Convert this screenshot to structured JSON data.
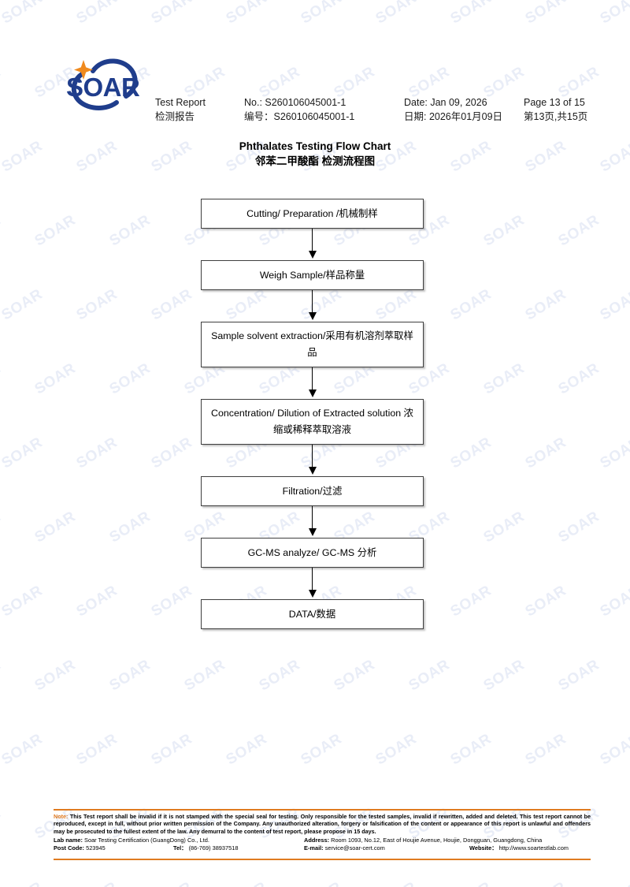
{
  "header": {
    "logo_text": "SOAR",
    "report_label_en": "Test Report",
    "report_label_zh": "检测报告",
    "no_label_en": "No.: S260106045001-1",
    "no_label_zh": "编号：S260106045001-1",
    "date_en": "Date: Jan 09, 2026",
    "date_zh": "日期: 2026年01月09日",
    "page_en": "Page 13 of 15",
    "page_zh": "第13页,共15页"
  },
  "title": {
    "en": "Phthalates Testing Flow Chart",
    "zh": "邻苯二甲酸酯 检测流程图"
  },
  "flow": {
    "steps": [
      {
        "text": "Cutting/ Preparation /机械制样",
        "lines": 1
      },
      {
        "text": "Weigh Sample/样品称量",
        "lines": 1
      },
      {
        "text": "Sample solvent extraction/采用有机溶剂萃取样品",
        "lines": 2
      },
      {
        "text": "Concentration/ Dilution of Extracted solution 浓缩或稀释萃取溶液",
        "lines": 2
      },
      {
        "text": "Filtration/过滤",
        "lines": 1
      },
      {
        "text": "GC-MS analyze/ GC-MS 分析",
        "lines": 1
      },
      {
        "text": "DATA/数据",
        "lines": 1
      }
    ]
  },
  "footer": {
    "note_label": "Note:",
    "note_text": "This Test report shall be invalid if it is not stamped with the special seal for testing. Only responsible for the tested samples, invalid if rewritten, added and deleted. This test report cannot be reproduced, except in full, without prior written permission of the Company.   Any unauthorized alteration, forgery or falsification of the content or appearance of this report is unlawful and offenders may be prosecuted to the fullest extent of the law. Any demurral to the content of test report, please propose in 15 days.",
    "lab_name_label": "Lab name:",
    "lab_name_value": "Soar Testing Certification (GuangDong) Co., Ltd.",
    "post_code_label": "Post Code:",
    "post_code_value": "523945",
    "tel_label": "Tel：",
    "tel_value": "(86-769) 38937518",
    "address_label": "Address:",
    "address_value": "Room 1093, No.12, East of Houjie Avenue, Houjie, Dongguan, Guangdong, China",
    "email_label": "E-mail:",
    "email_value": "service@soar-cert.com",
    "website_label": "Website：",
    "website_value": "http://www.soartestlab.com"
  },
  "colors": {
    "brand_blue": "#1f3d8c",
    "brand_orange": "#f08a1e",
    "rule_orange": "#e07b20",
    "watermark": "#e9edf7"
  },
  "watermark": {
    "text": "SOAR"
  }
}
